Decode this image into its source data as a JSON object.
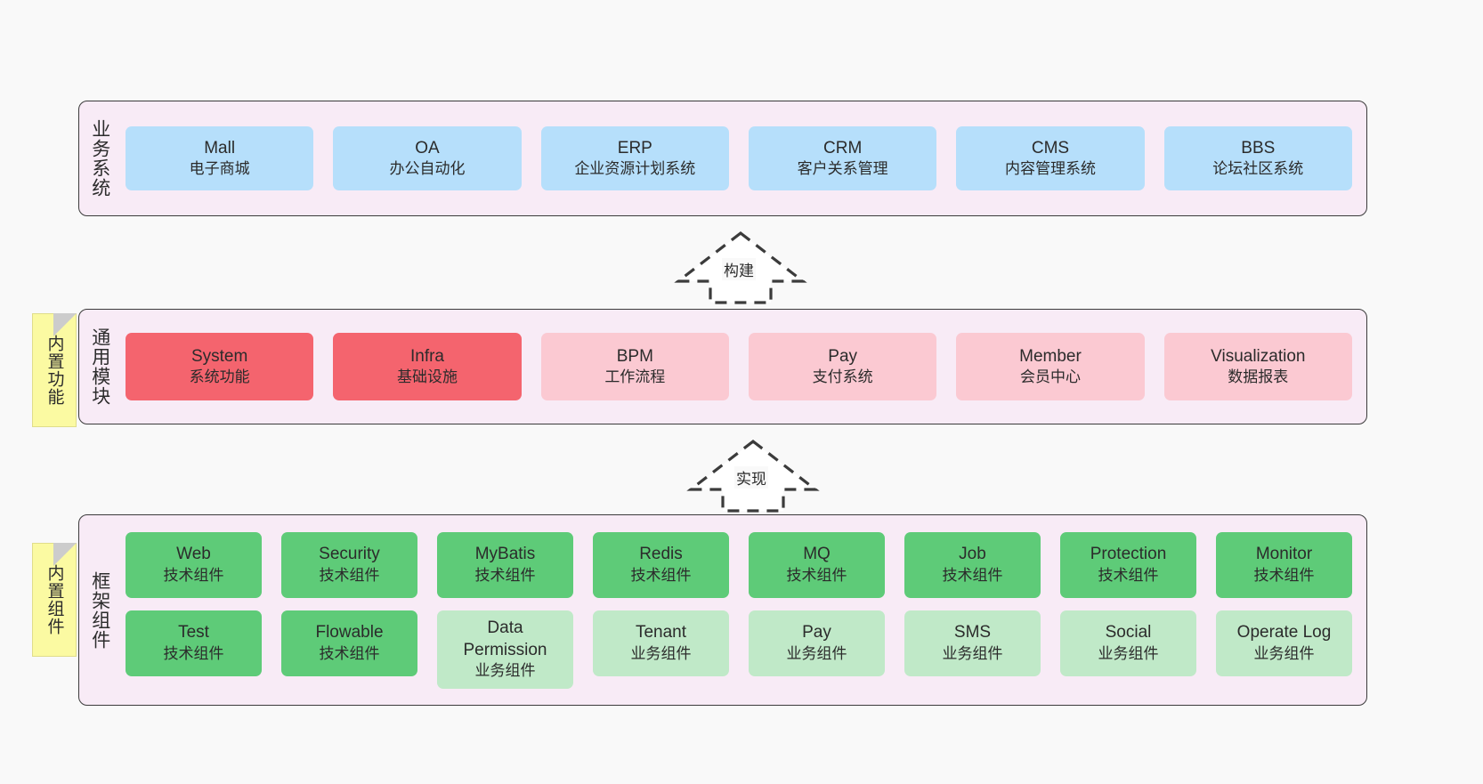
{
  "diagram": {
    "background_color": "#f9f9f9",
    "panel_color": "#f8ebf6",
    "panel_border_color": "#3b3b3b",
    "note_color": "#fbfaa2"
  },
  "layers": [
    {
      "id": "business-systems",
      "title": "业务系统",
      "note": null,
      "rows": [
        {
          "cells": [
            {
              "en": "Mall",
              "cn": "电子商城",
              "color": "#b6dffb",
              "variant": "c-blue"
            },
            {
              "en": "OA",
              "cn": "办公自动化",
              "color": "#b6dffb",
              "variant": "c-blue"
            },
            {
              "en": "ERP",
              "cn": "企业资源计划系统",
              "color": "#b6dffb",
              "variant": "c-blue"
            },
            {
              "en": "CRM",
              "cn": "客户关系管理",
              "color": "#b6dffb",
              "variant": "c-blue"
            },
            {
              "en": "CMS",
              "cn": "内容管理系统",
              "color": "#b6dffb",
              "variant": "c-blue"
            },
            {
              "en": "BBS",
              "cn": "论坛社区系统",
              "color": "#b6dffb",
              "variant": "c-blue"
            }
          ]
        }
      ]
    },
    {
      "id": "common-modules",
      "title": "通用模块",
      "note": "内置功能",
      "rows": [
        {
          "cells": [
            {
              "en": "System",
              "cn": "系统功能",
              "color": "#f4646e",
              "variant": "c-red"
            },
            {
              "en": "Infra",
              "cn": "基础设施",
              "color": "#f4646e",
              "variant": "c-red"
            },
            {
              "en": "BPM",
              "cn": "工作流程",
              "color": "#fbc9d2",
              "variant": "c-pink"
            },
            {
              "en": "Pay",
              "cn": "支付系统",
              "color": "#fbc9d2",
              "variant": "c-pink"
            },
            {
              "en": "Member",
              "cn": "会员中心",
              "color": "#fbc9d2",
              "variant": "c-pink"
            },
            {
              "en": "Visualization",
              "cn": "数据报表",
              "color": "#fbc9d2",
              "variant": "c-pink"
            }
          ]
        }
      ]
    },
    {
      "id": "framework-components",
      "title": "框架组件",
      "note": "内置组件",
      "rows": [
        {
          "cells": [
            {
              "en": "Web",
              "cn": "技术组件",
              "color": "#5ecb78",
              "variant": "c-green"
            },
            {
              "en": "Security",
              "cn": "技术组件",
              "color": "#5ecb78",
              "variant": "c-green"
            },
            {
              "en": "MyBatis",
              "cn": "技术组件",
              "color": "#5ecb78",
              "variant": "c-green"
            },
            {
              "en": "Redis",
              "cn": "技术组件",
              "color": "#5ecb78",
              "variant": "c-green"
            },
            {
              "en": "MQ",
              "cn": "技术组件",
              "color": "#5ecb78",
              "variant": "c-green"
            },
            {
              "en": "Job",
              "cn": "技术组件",
              "color": "#5ecb78",
              "variant": "c-green"
            },
            {
              "en": "Protection",
              "cn": "技术组件",
              "color": "#5ecb78",
              "variant": "c-green"
            },
            {
              "en": "Monitor",
              "cn": "技术组件",
              "color": "#5ecb78",
              "variant": "c-green"
            }
          ]
        },
        {
          "cells": [
            {
              "en": "Test",
              "cn": "技术组件",
              "color": "#5ecb78",
              "variant": "c-green"
            },
            {
              "en": "Flowable",
              "cn": "技术组件",
              "color": "#5ecb78",
              "variant": "c-green"
            },
            {
              "en": "Data Permission",
              "cn": "业务组件",
              "color": "#c0e9c8",
              "variant": "c-lgreen"
            },
            {
              "en": "Tenant",
              "cn": "业务组件",
              "color": "#c0e9c8",
              "variant": "c-lgreen"
            },
            {
              "en": "Pay",
              "cn": "业务组件",
              "color": "#c0e9c8",
              "variant": "c-lgreen"
            },
            {
              "en": "SMS",
              "cn": "业务组件",
              "color": "#c0e9c8",
              "variant": "c-lgreen"
            },
            {
              "en": "Social",
              "cn": "业务组件",
              "color": "#c0e9c8",
              "variant": "c-lgreen"
            },
            {
              "en": "Operate Log",
              "cn": "业务组件",
              "color": "#c0e9c8",
              "variant": "c-lgreen"
            }
          ]
        }
      ]
    }
  ],
  "arrows": [
    {
      "id": "arrow-build",
      "label": "构建",
      "direction": "up",
      "style": "dashed-hollow"
    },
    {
      "id": "arrow-implement",
      "label": "实现",
      "direction": "up",
      "style": "dashed-hollow"
    }
  ]
}
